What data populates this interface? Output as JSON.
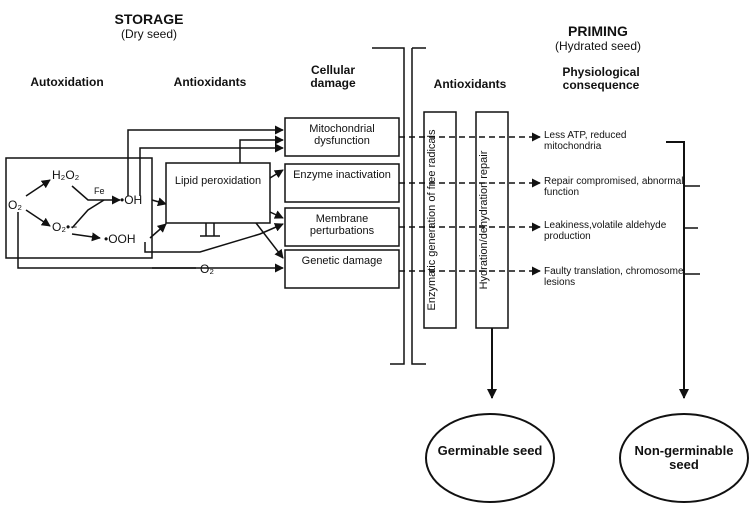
{
  "headers": {
    "storage": "STORAGE",
    "storage_sub": "(Dry seed)",
    "priming": "PRIMING",
    "priming_sub": "(Hydrated seed)"
  },
  "columns": {
    "autoxidation": "Autoxidation",
    "antioxidants_left": "Antioxidants",
    "cellular_damage": "Cellular damage",
    "antioxidants_right": "Antioxidants",
    "physiological": "Physiological consequence"
  },
  "chemicals": {
    "o2_left": "O₂",
    "h2o2": "H₂O₂",
    "fe": "Fe",
    "oh": "•OH",
    "o2_minus": "O₂•−",
    "ooh": "•OOH",
    "o2_bottom": "O₂"
  },
  "boxes": {
    "lipid": "Lipid peroxidation",
    "mito": "Mitochondrial dysfunction",
    "enzyme": "Enzyme inactivation",
    "membrane": "Membrane perturbations",
    "genetic": "Genetic damage"
  },
  "vertical_bars": {
    "enzymatic": "Enzymatic generation of free radicals",
    "hydration": "Hydration/dehydration repair"
  },
  "consequences": [
    "Less ATP, reduced mitochondria",
    "Repair compromised, abnormal function",
    "Leakiness,volatile aldehyde production",
    "Faulty translation, chromosome lesions"
  ],
  "outcomes": {
    "germinable": "Germinable seed",
    "non_germinable": "Non-germinable seed"
  }
}
